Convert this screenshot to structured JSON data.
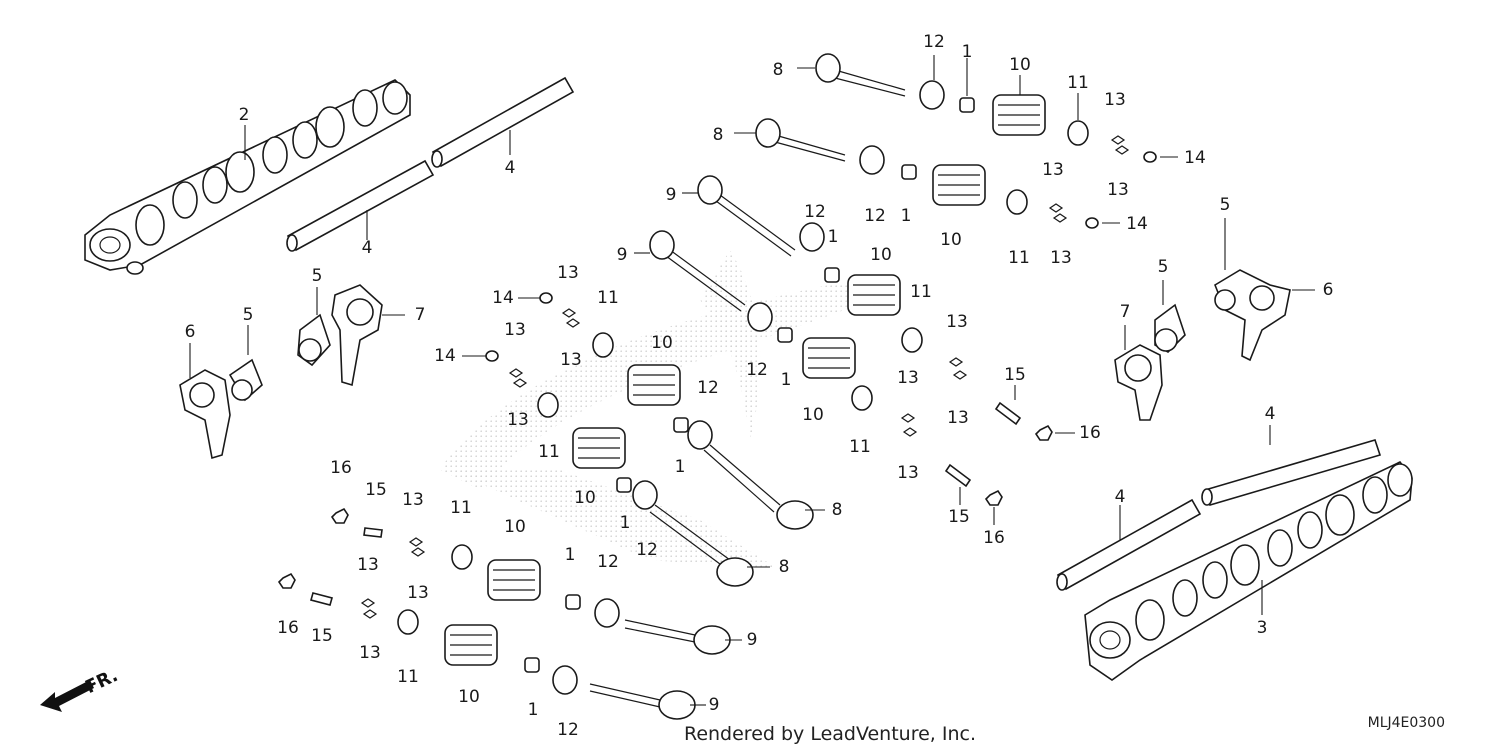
{
  "diagram": {
    "footer_credit": "Rendered by LeadVenture, Inc.",
    "diagram_code": "MLJ4E0300",
    "direction_label": "FR.",
    "callout_numbers": [
      "1",
      "2",
      "3",
      "4",
      "5",
      "6",
      "7",
      "8",
      "9",
      "10",
      "11",
      "12",
      "13",
      "14",
      "15",
      "16"
    ]
  }
}
